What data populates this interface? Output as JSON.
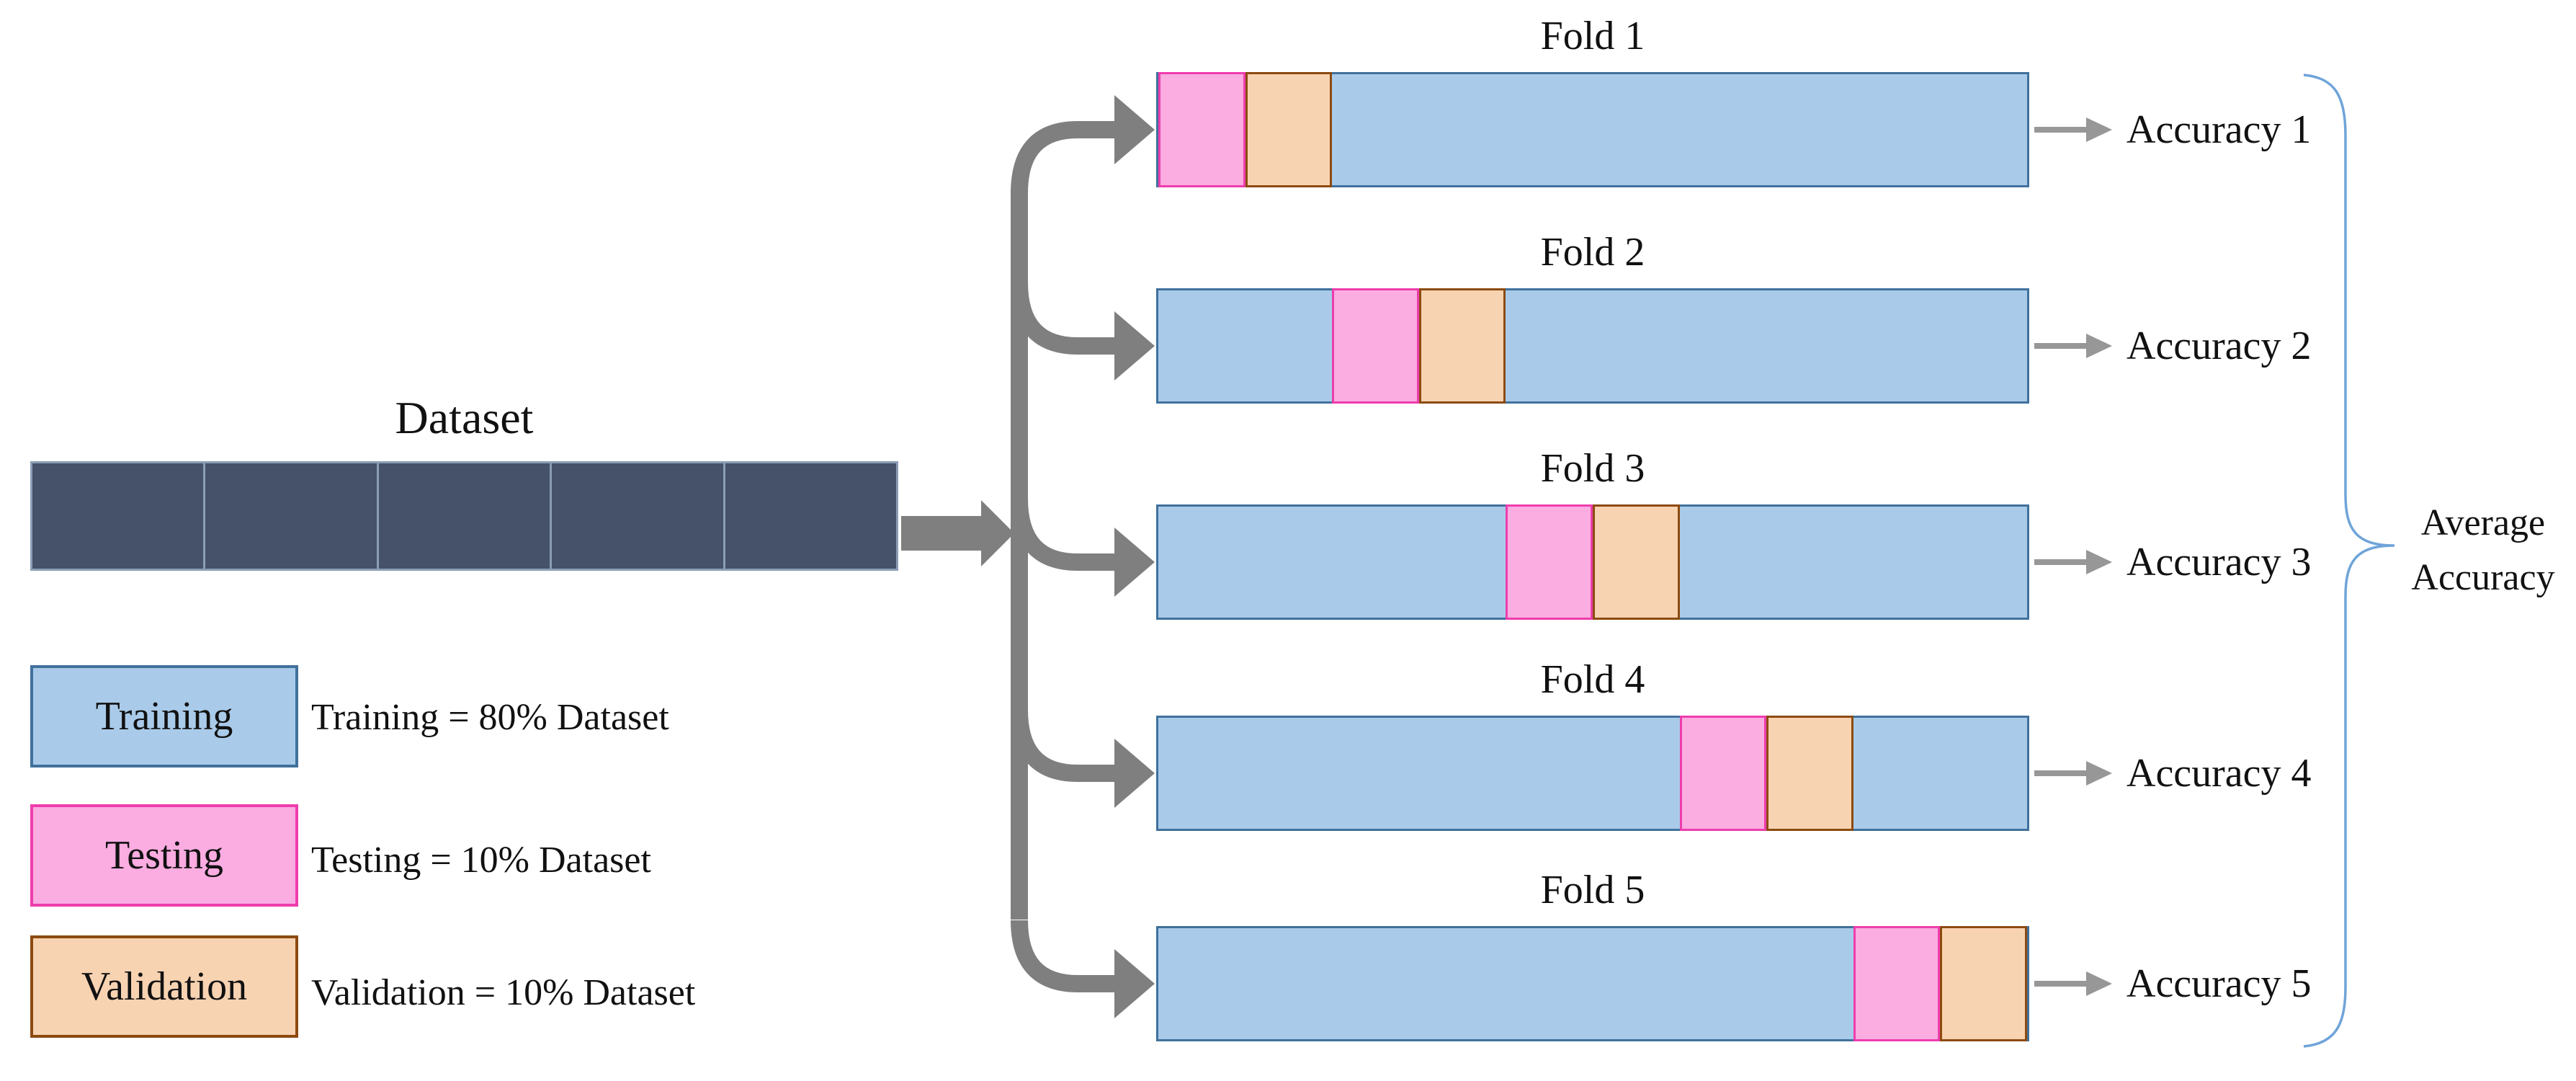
{
  "dataset": {
    "label": "Dataset",
    "segment_count": 5
  },
  "legend": {
    "items": [
      {
        "label": "Training",
        "description": "Training = 80% Dataset"
      },
      {
        "label": "Testing",
        "description": "Testing = 10% Dataset"
      },
      {
        "label": "Validation",
        "description": "Validation = 10% Dataset"
      }
    ]
  },
  "folds": [
    {
      "title": "Fold 1",
      "accuracy_label": "Accuracy 1",
      "test_start_pct": 0,
      "val_start_pct": 10,
      "segment_width_pct": 10
    },
    {
      "title": "Fold 2",
      "accuracy_label": "Accuracy 2",
      "test_start_pct": 20,
      "val_start_pct": 30,
      "segment_width_pct": 10
    },
    {
      "title": "Fold 3",
      "accuracy_label": "Accuracy 3",
      "test_start_pct": 40,
      "val_start_pct": 50,
      "segment_width_pct": 10
    },
    {
      "title": "Fold 4",
      "accuracy_label": "Accuracy 4",
      "test_start_pct": 60,
      "val_start_pct": 70,
      "segment_width_pct": 10
    },
    {
      "title": "Fold 5",
      "accuracy_label": "Accuracy 5",
      "test_start_pct": 80,
      "val_start_pct": 90,
      "segment_width_pct": 10
    }
  ],
  "result": {
    "line1": "Average",
    "line2": "Accuracy"
  },
  "colors": {
    "dataset_fill": "#455269",
    "dataset_border": "#8C9DB6",
    "training_fill": "#A9CBE9",
    "training_border": "#41719C",
    "testing_fill": "#FBACE1",
    "testing_border": "#EE3DAD",
    "validation_fill": "#F8D3B2",
    "validation_border": "#8C4A10",
    "arrow_gray": "#7F7F7F",
    "small_arrow_gray": "#979797",
    "brace_blue": "#6FA4D9",
    "text": "#111111"
  }
}
